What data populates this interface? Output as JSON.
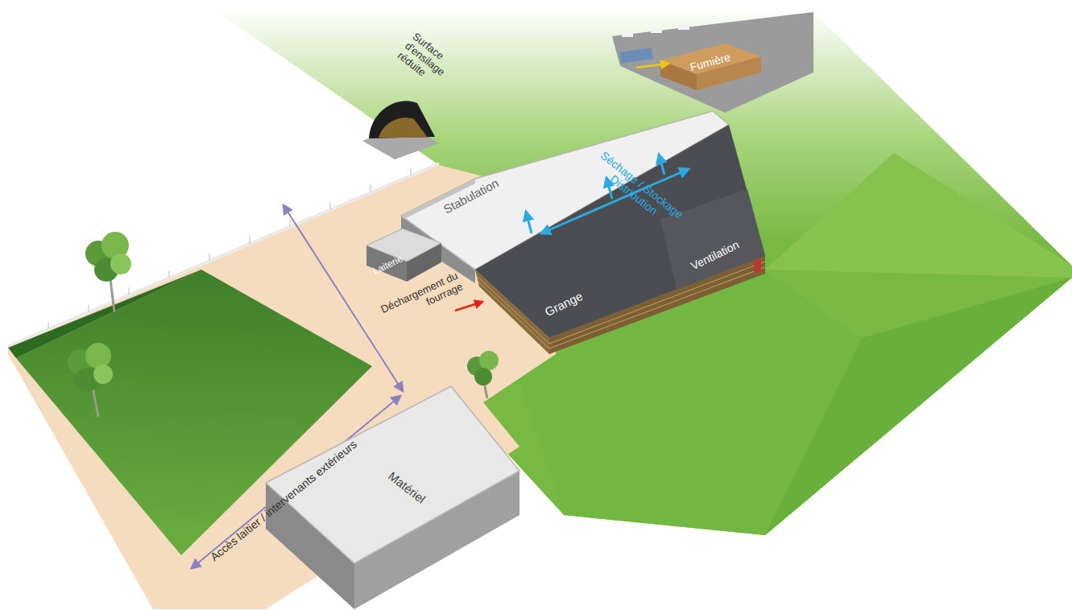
{
  "diagram": {
    "nodes": [
      {
        "text": [
          "Fumière"
        ]
      },
      {
        "text": [
          "Stabulation"
        ]
      },
      {
        "text": [
          "Laiterie"
        ]
      },
      {
        "text": [
          "Grange"
        ]
      },
      {
        "text": [
          "Ventilation"
        ]
      },
      {
        "text": [
          "Matériel"
        ]
      }
    ],
    "labels": [
      "Surface d'ensilage réduite",
      "Séchage / Stockage Distribution",
      "Déchargement du fourrage",
      "Accès laitier / intervenants extérieurs"
    ]
  }
}
